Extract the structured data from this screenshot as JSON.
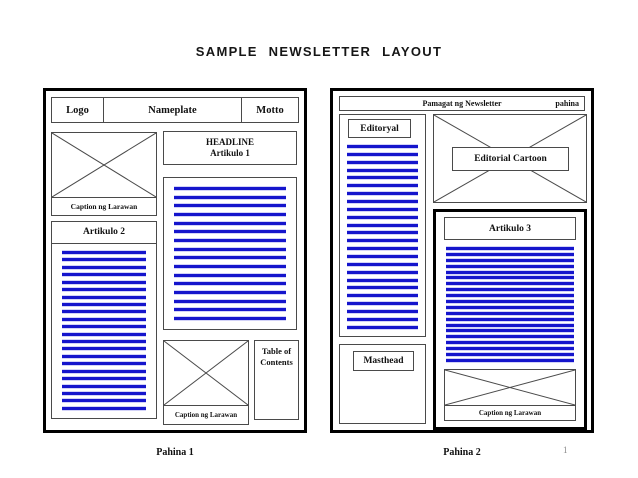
{
  "title": "SAMPLE NEWSLETTER LAYOUT",
  "side_marker": "1",
  "colors": {
    "text_line_blue": "#1515cc",
    "border_thin": "#4a4a4a",
    "border_thick": "#000000"
  },
  "page1": {
    "footer": "Pahina 1",
    "header": {
      "logo": "Logo",
      "nameplate": "Nameplate",
      "motto": "Motto"
    },
    "image_top": {
      "caption": "Caption ng Larawan"
    },
    "headline": {
      "line1": "HEADLINE",
      "line2": "Artikulo 1"
    },
    "artikulo1_body": {
      "line_count": 16
    },
    "artikulo2": {
      "title": "Artikulo 2",
      "line_count": 22
    },
    "image_bottom": {
      "caption": "Caption ng Larawan"
    },
    "toc": {
      "line1": "Table of",
      "line2": "Contents"
    }
  },
  "page2": {
    "footer": "Pahina 2",
    "header": {
      "title": "Pamagat ng Newsletter",
      "page_label": "pahina"
    },
    "editoryal": {
      "title": "Editoryal",
      "line_count": 24
    },
    "editorial_cartoon": {
      "label": "Editorial Cartoon"
    },
    "artikulo3": {
      "title": "Artikulo 3",
      "line_count": 20,
      "image_caption": "Caption ng Larawan"
    },
    "masthead": {
      "label": "Masthead"
    }
  }
}
